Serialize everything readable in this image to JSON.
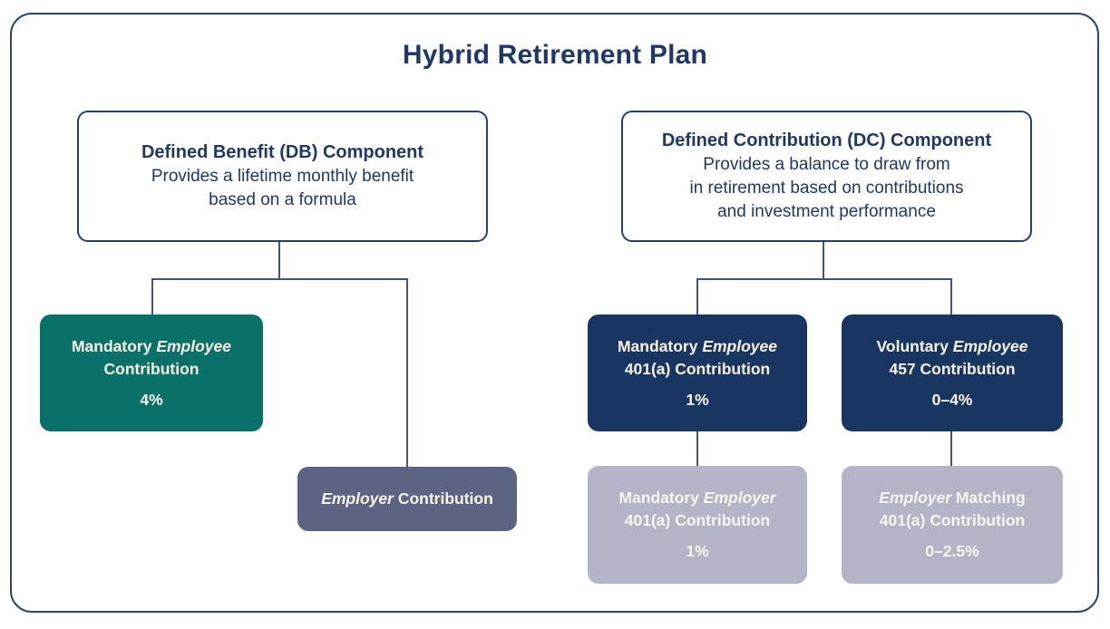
{
  "title": "Hybrid Retirement Plan",
  "db": {
    "heading": "Defined Benefit (DB) Component",
    "desc_lines": {
      "0": "Provides a lifetime monthly benefit",
      "1": "based on a formula"
    }
  },
  "dc": {
    "heading": "Defined Contribution (DC) Component",
    "desc_lines": {
      "0": "Provides a balance to draw from",
      "1": "in retirement based on contributions",
      "2": "and investment performance"
    }
  },
  "boxes": {
    "db_employee": {
      "l1_pre": "Mandatory ",
      "l1_em": "Employee",
      "l2": "Contribution",
      "value": "4%"
    },
    "db_employer": {
      "l1_em": "Employer",
      "l1_post": " Contribution"
    },
    "dc_employee_401a": {
      "l1_pre": "Mandatory ",
      "l1_em": "Employee",
      "l2": "401(a) Contribution",
      "value": "1%"
    },
    "dc_employee_457": {
      "l1_pre": "Voluntary ",
      "l1_em": "Employee",
      "l2": "457 Contribution",
      "value": "0–4%"
    },
    "dc_employer_401a": {
      "l1_pre": "Mandatory ",
      "l1_em": "Employer",
      "l2": "401(a) Contribution",
      "value": "1%"
    },
    "dc_employer_match": {
      "l1_em": "Employer",
      "l1_post": " Matching",
      "l2": "401(a) Contribution",
      "value": "0–2.5%"
    }
  },
  "colors": {
    "navy_text": "#1F3864",
    "navy_fill": "#193561",
    "teal_fill": "#0A7168",
    "slate_fill": "#5D6483",
    "gray_fill": "#B3B5C6",
    "connector": "#41537E",
    "border": "#2C4470",
    "cream_text": "#FAF5EB"
  }
}
